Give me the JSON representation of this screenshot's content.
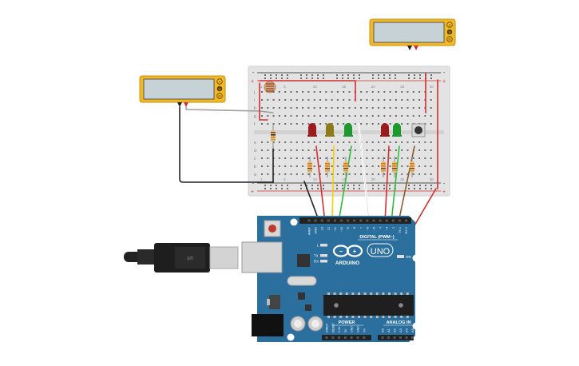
{
  "colors": {
    "background": "#ffffff",
    "meter_body": "#f2b824",
    "meter_screen": "#c7d2d6",
    "breadboard": "#e3e3e3",
    "arduino_blue": "#2b6f9e",
    "wire_red": "#d32f2f",
    "wire_black": "#222222",
    "wire_yellow": "#f2d000",
    "wire_green": "#2ebd3c",
    "wire_white": "#ffffff",
    "wire_brown": "#8b5a2b",
    "wire_gray": "#9e9e9e",
    "led_red": "#9b1c1c",
    "led_yellow": "#8d7a1a",
    "led_green": "#1d9a2e"
  },
  "meter_left": {
    "screen_text": "",
    "buttons": [
      "A",
      "V",
      "R"
    ]
  },
  "meter_right": {
    "screen_text": "",
    "buttons": [
      "A",
      "V",
      "R"
    ]
  },
  "breadboard": {
    "rail_plus": "+",
    "rail_minus": "-",
    "row_letters_top": [
      "j",
      "i",
      "h",
      "g",
      "f"
    ],
    "row_letters_bottom": [
      "e",
      "d",
      "c",
      "b",
      "a"
    ],
    "column_numbers": [
      "1",
      "5",
      "10",
      "15",
      "20",
      "25",
      "30"
    ]
  },
  "components": {
    "photoresistor": "photoresistor-icon",
    "pushbutton": "pushbutton-icon",
    "leds": [
      "red",
      "yellow",
      "green",
      "red",
      "green"
    ]
  },
  "arduino": {
    "logo_text": "ARDUINO",
    "model_text": "UNO",
    "digital_label": "DIGITAL (PWM~)",
    "power_label": "POWER",
    "analog_label": "ANALOG IN",
    "on_label": "ON",
    "tx_label": "TX",
    "rx_label": "RX",
    "l_label": "L",
    "top_pins": [
      "AREF",
      "GND",
      "13",
      "12",
      "~11",
      "~10",
      "~9",
      "8",
      "7",
      "~6",
      "~5",
      "4",
      "~3",
      "2",
      "TX 1",
      "RX 0"
    ],
    "power_pins": [
      "IOREF",
      "RESET",
      "3.3V",
      "5V",
      "GND",
      "GND",
      "Vin"
    ],
    "analog_pins": [
      "A0",
      "A1",
      "A2",
      "A3",
      "A4",
      "A5"
    ]
  }
}
